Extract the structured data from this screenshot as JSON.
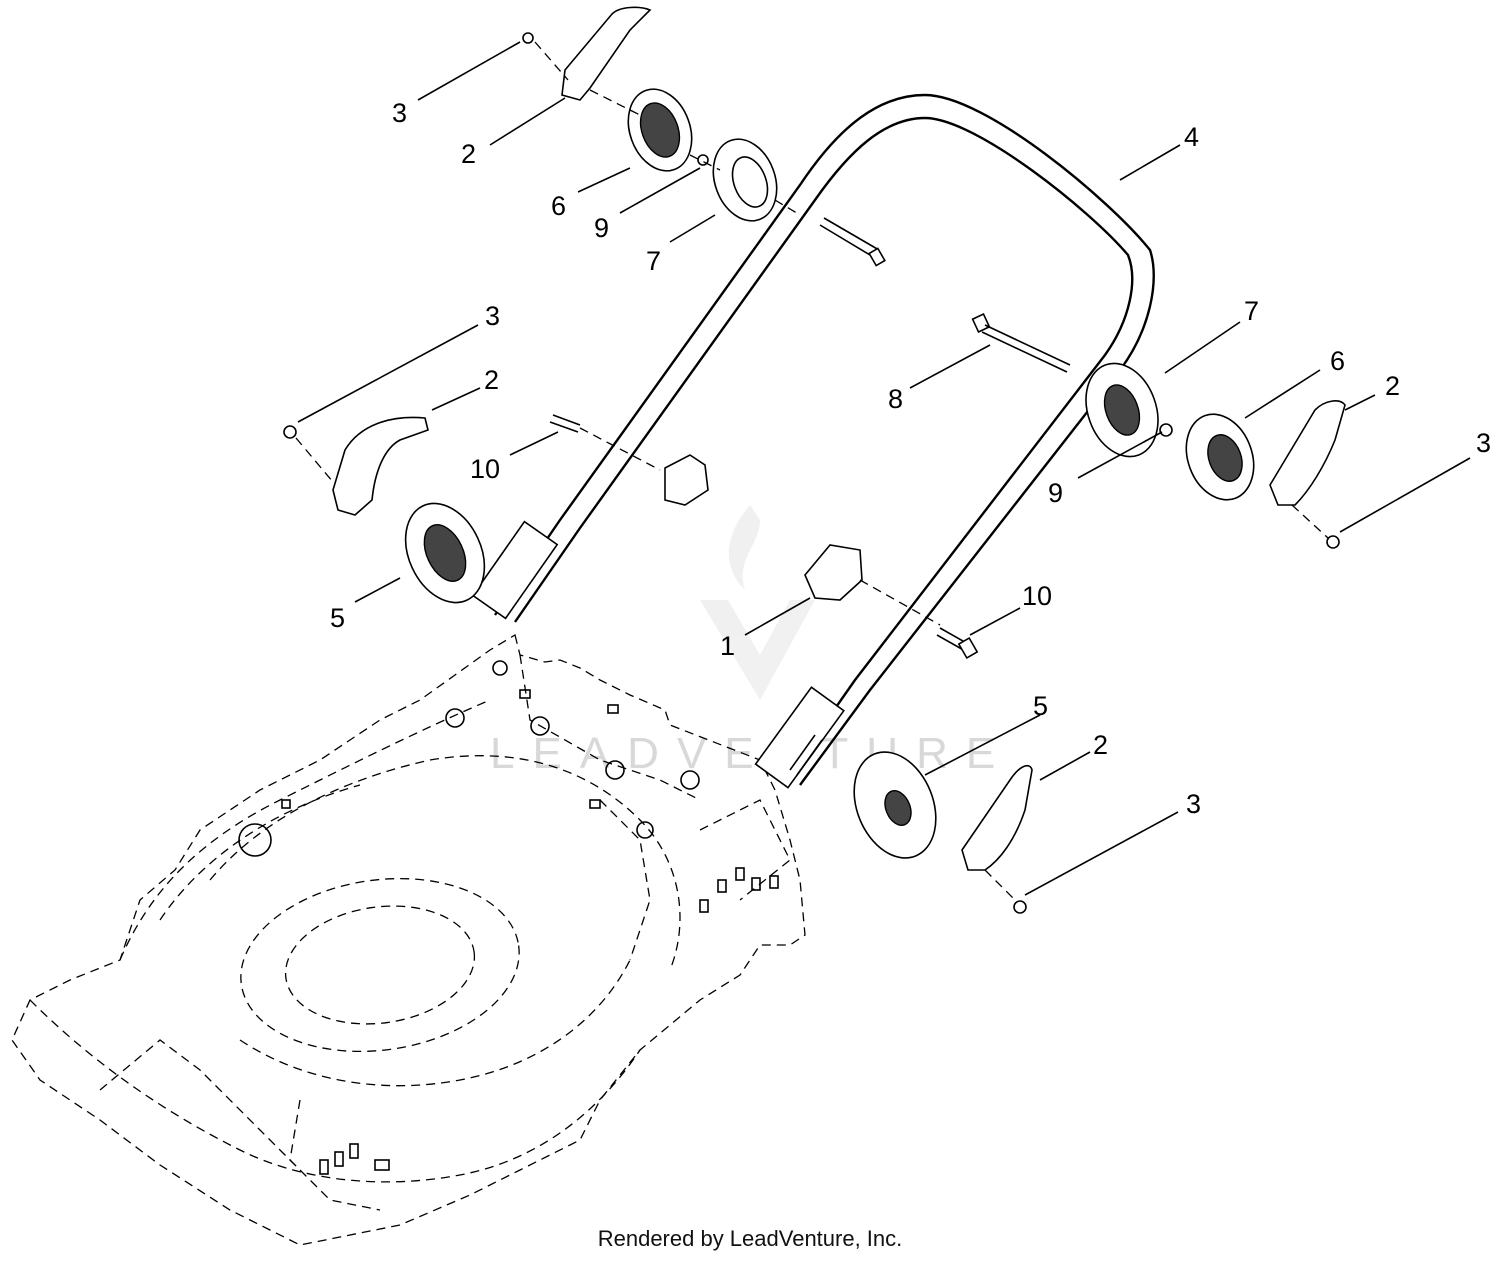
{
  "callouts": [
    "3",
    "2",
    "6",
    "9",
    "7",
    "4",
    "3",
    "2",
    "10",
    "8",
    "7",
    "6",
    "2",
    "3",
    "9",
    "5",
    "1",
    "10",
    "5",
    "2",
    "3"
  ],
  "watermark": "LEADVENTURE",
  "footer": "Rendered by LeadVenture, Inc.",
  "colors": {
    "line": "#000000",
    "watermark": "#d8d8d8",
    "background": "#ffffff"
  }
}
